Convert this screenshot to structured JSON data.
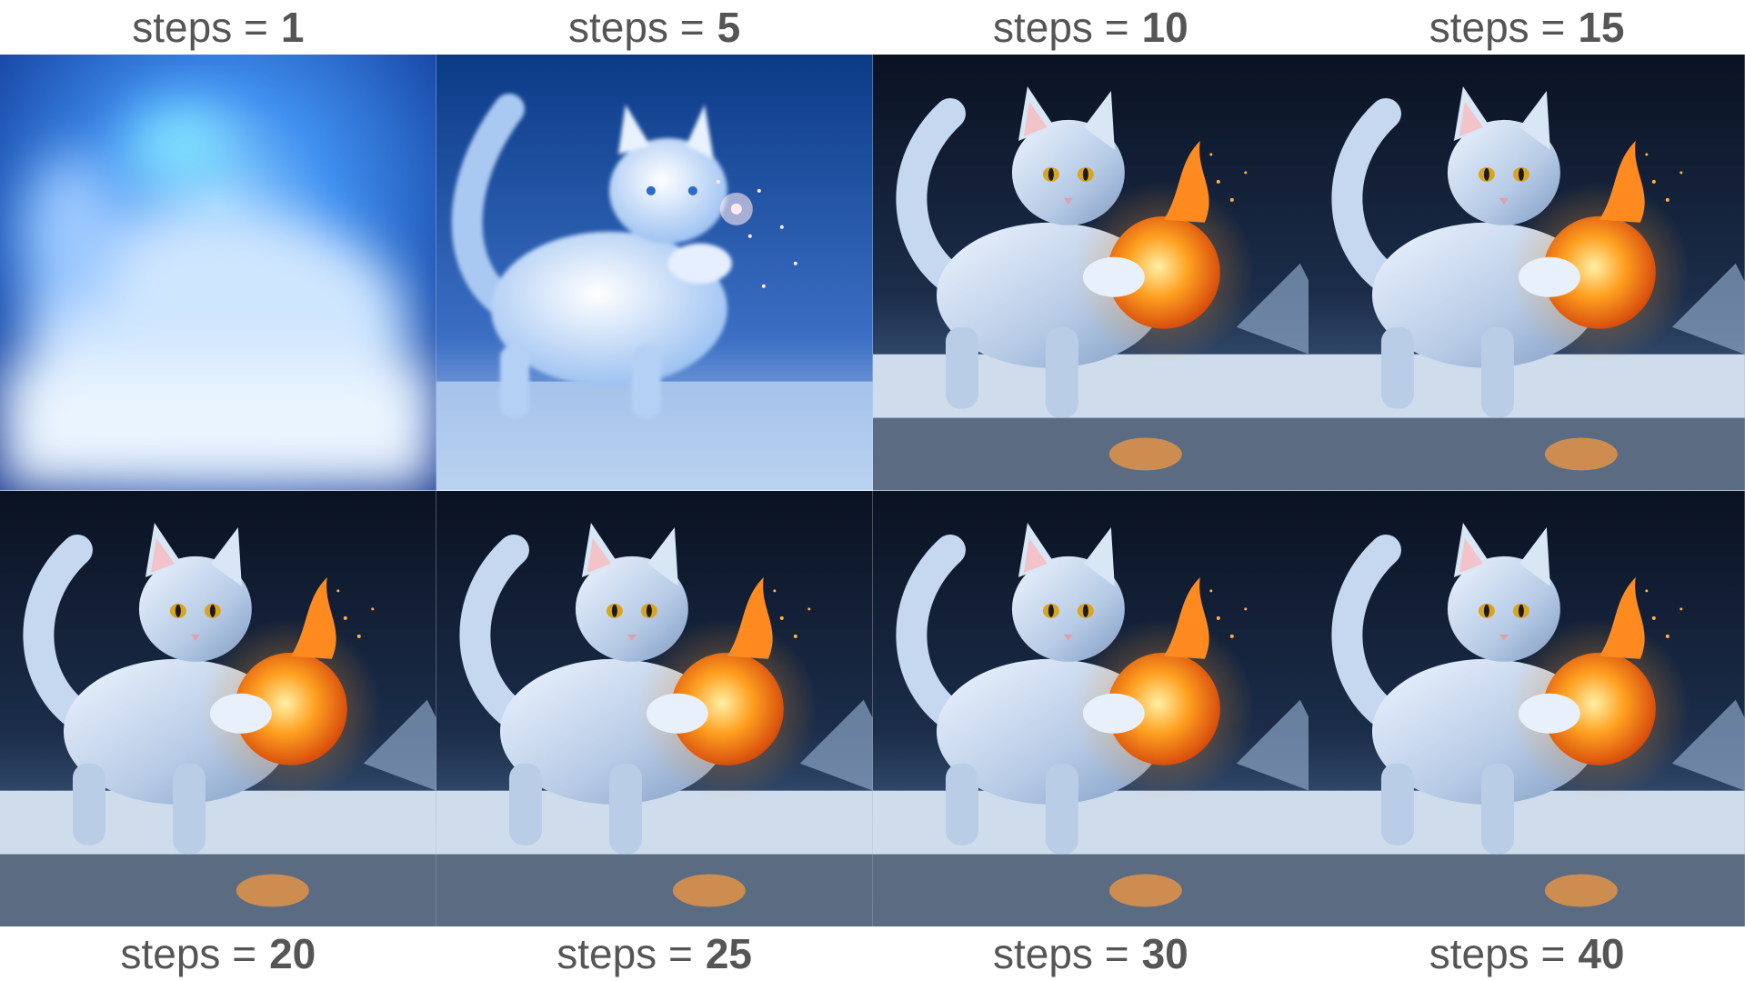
{
  "labels": {
    "prefix": "steps =",
    "top": [
      "1",
      "5",
      "10",
      "15"
    ],
    "bottom": [
      "20",
      "25",
      "30",
      "40"
    ]
  },
  "tiles": [
    {
      "steps": "1",
      "stage": "blur"
    },
    {
      "steps": "5",
      "stage": "early"
    },
    {
      "steps": "10",
      "stage": "final"
    },
    {
      "steps": "15",
      "stage": "final"
    },
    {
      "steps": "20",
      "stage": "final"
    },
    {
      "steps": "25",
      "stage": "final"
    },
    {
      "steps": "30",
      "stage": "final"
    },
    {
      "steps": "40",
      "stage": "final"
    }
  ],
  "colors": {
    "label_text": "#555555",
    "background": "#ffffff",
    "night_sky": "#0b1426",
    "ice_blue": "#b9cde6",
    "fire_orange": "#ff8a1f",
    "blur_blue": "#1d57c8"
  }
}
